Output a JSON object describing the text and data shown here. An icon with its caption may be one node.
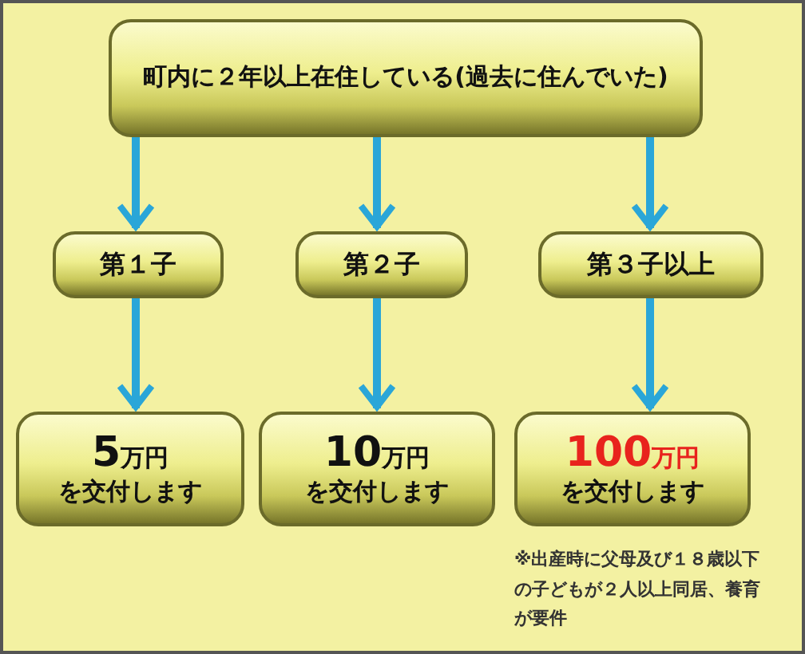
{
  "diagram": {
    "nodes": [
      {
        "text": [
          "町内に２年以上在住している(過去に住んでいた)"
        ]
      },
      {
        "text": [
          "第１子"
        ]
      },
      {
        "text": [
          "第２子"
        ]
      },
      {
        "text": [
          "第３子以上"
        ]
      },
      {
        "text": [
          "5万円",
          "を交付します"
        ]
      },
      {
        "text": [
          "10万円",
          "を交付します"
        ]
      },
      {
        "text": [
          "100万円",
          "を交付します"
        ]
      }
    ],
    "edges": [
      {
        "from": 0,
        "to": 1,
        "arrow": "to"
      },
      {
        "from": 0,
        "to": 2,
        "arrow": "to"
      },
      {
        "from": 0,
        "to": 3,
        "arrow": "to"
      },
      {
        "from": 1,
        "to": 4,
        "arrow": "to"
      },
      {
        "from": 2,
        "to": 5,
        "arrow": "to"
      },
      {
        "from": 3,
        "to": 6,
        "arrow": "to"
      }
    ],
    "labels": [
      "※出産時に父母及び１８歳以下の子どもが２人以上同居、養育が要件"
    ]
  }
}
